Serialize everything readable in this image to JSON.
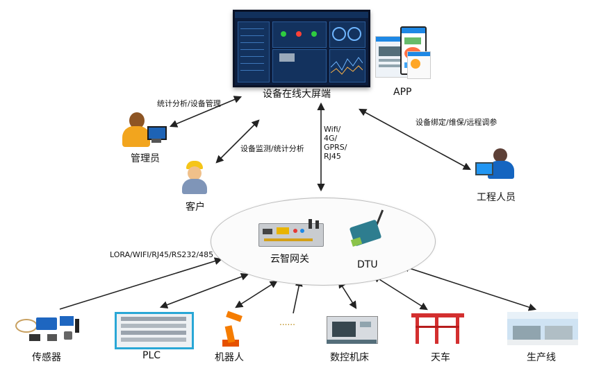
{
  "nodes": {
    "big_screen": "设备在线大屏端",
    "app": "APP",
    "admin": "管理员",
    "customer": "客户",
    "engineer": "工程人员",
    "gateway": "云智网关",
    "dtu": "DTU",
    "sensor": "传感器",
    "plc": "PLC",
    "robot": "机器人",
    "dots": "......",
    "cnc": "数控机床",
    "crane": "天车",
    "production_line": "生产线"
  },
  "edges": {
    "admin_to_screen": "统计分析/设备管理",
    "customer_to_screen": "设备监测/统计分析",
    "engineer_to_screen": "设备绑定/维保/远程调参",
    "network": [
      "Wifi/",
      "4G/",
      "GPRS/",
      "RJ45"
    ],
    "field_bus": "LORA/WIFI/RJ45/RS232/485"
  }
}
